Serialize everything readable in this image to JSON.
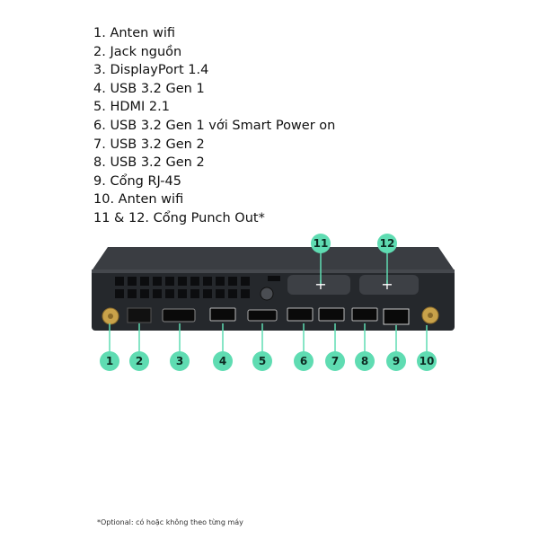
{
  "legend": [
    "1. Anten wifi",
    "2. Jack nguồn",
    "3. DisplayPort 1.4",
    "4. USB 3.2 Gen 1",
    "5. HDMI 2.1",
    "6. USB 3.2 Gen 1 với Smart Power on",
    "7. USB 3.2 Gen 2",
    "8. USB 3.2 Gen 2",
    "9. Cổng RJ-45",
    "10. Anten wifi",
    "11 & 12. Cổng Punch Out*"
  ],
  "badges": [
    "1",
    "2",
    "3",
    "4",
    "5",
    "6",
    "7",
    "8",
    "9",
    "10",
    "11",
    "12"
  ],
  "footnote": "*Optional: có hoặc không theo từng máy",
  "colors": {
    "badge": "#5fdcb2",
    "body": "#2b2e33",
    "antenna": "#c9a24a"
  }
}
